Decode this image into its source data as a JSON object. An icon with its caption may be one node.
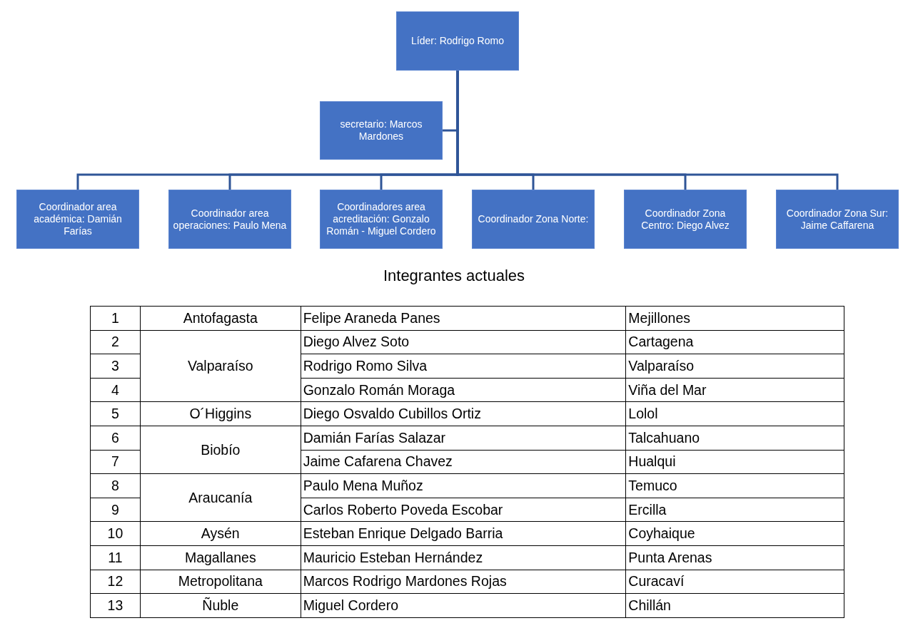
{
  "diagram": {
    "nodes": [
      {
        "text": [
          "Líder: Rodrigo Romo"
        ]
      },
      {
        "text": [
          "secretario: Marcos Mardones"
        ]
      },
      {
        "text": [
          "Coordinador area académica: Damián Farías"
        ]
      },
      {
        "text": [
          "Coordinador area operaciones: Paulo Mena"
        ]
      },
      {
        "text": [
          "Coordinadores area acreditación: Gonzalo Román - Miguel Cordero"
        ]
      },
      {
        "text": [
          "Coordinador Zona Norte:"
        ]
      },
      {
        "text": [
          "Coordinador Zona Centro: Diego Alvez"
        ]
      },
      {
        "text": [
          "Coordinador Zona Sur: Jaime Caffarena"
        ]
      }
    ],
    "edges": [
      {
        "from": 0,
        "to": 1,
        "arrow": "none"
      },
      {
        "from": 0,
        "to": 2,
        "arrow": "none"
      },
      {
        "from": 0,
        "to": 3,
        "arrow": "none"
      },
      {
        "from": 0,
        "to": 4,
        "arrow": "none"
      },
      {
        "from": 0,
        "to": 5,
        "arrow": "none"
      },
      {
        "from": 0,
        "to": 6,
        "arrow": "none"
      },
      {
        "from": 0,
        "to": 7,
        "arrow": "none"
      }
    ],
    "labels": [
      "Integrantes actuales",
      "1",
      "Antofagasta",
      "Felipe Araneda Panes",
      "Mejillones",
      "2",
      "Valparaíso",
      "Diego Alvez Soto",
      "Cartagena",
      "3",
      "Rodrigo Romo Silva",
      "Valparaíso",
      "4",
      "Gonzalo Román Moraga",
      "Viña del Mar",
      "5",
      "O´Higgins",
      "Diego Osvaldo Cubillos Ortiz",
      "Lolol",
      "6",
      "Biobío",
      "Damián Farías Salazar",
      "Talcahuano",
      "7",
      "Jaime Cafarena Chavez",
      "Hualqui",
      "8",
      "Araucanía",
      "Paulo Mena Muñoz",
      "Temuco",
      "9",
      "Carlos Roberto Poveda Escobar",
      "Ercilla",
      "10",
      "Aysén",
      "Esteban Enrique Delgado Barria",
      "Coyhaique",
      "11",
      "Magallanes",
      "Mauricio Esteban Hernández",
      "Punta Arenas",
      "12",
      "Metropolitana",
      "Marcos Rodrigo Mardones Rojas",
      "Curacaví",
      "13",
      "Ñuble",
      "Miguel Cordero",
      "Chillán"
    ]
  }
}
